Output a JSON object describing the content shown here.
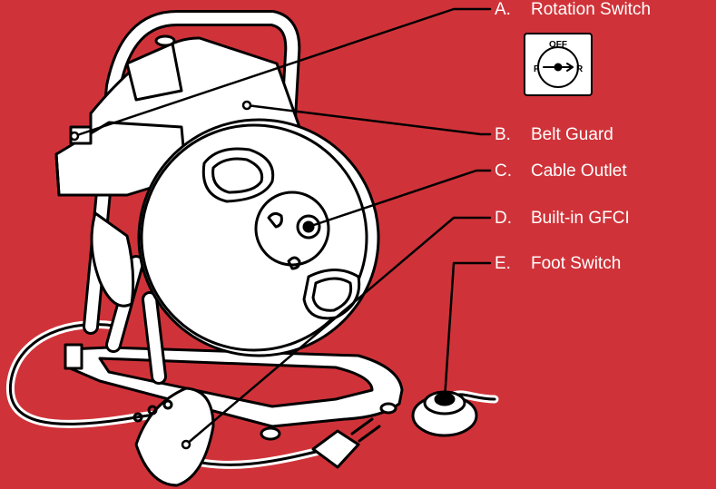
{
  "colors": {
    "background": "#cf3339",
    "line": "#000000",
    "fill": "#ffffff",
    "label_text": "#ffffff"
  },
  "callouts": [
    {
      "letter": "A.",
      "label": "Rotation Switch"
    },
    {
      "letter": "B.",
      "label": "Belt Guard"
    },
    {
      "letter": "C.",
      "label": "Cable Outlet"
    },
    {
      "letter": "D.",
      "label": "Built-in GFCI"
    },
    {
      "letter": "E.",
      "label": "Foot Switch"
    }
  ],
  "switch_inset": {
    "top_label": "OFF",
    "left_label": "F",
    "right_label": "R"
  }
}
